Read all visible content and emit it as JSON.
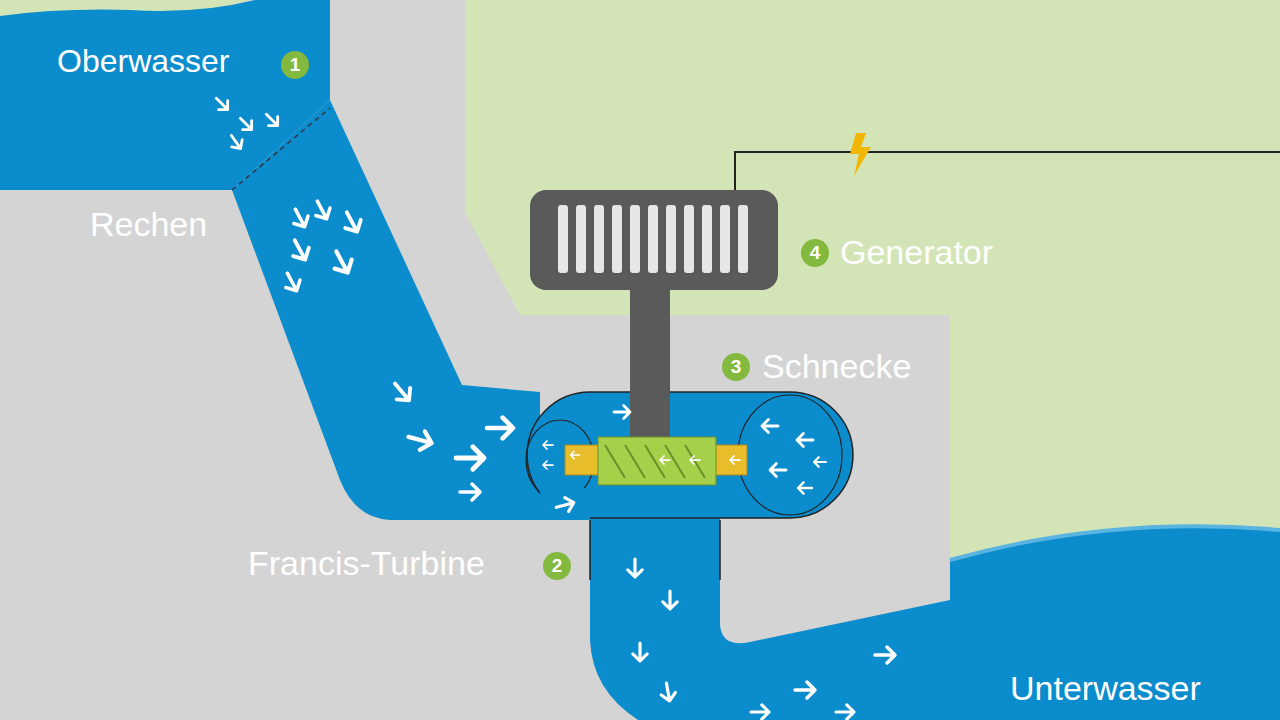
{
  "diagram": {
    "nodes": [
      {
        "text": [
          "1"
        ]
      },
      {
        "text": [
          "4"
        ]
      },
      {
        "text": [
          "3"
        ]
      },
      {
        "text": [
          "2"
        ]
      }
    ],
    "labels": [
      "Oberwasser",
      "Rechen",
      "Generator",
      "Schnecke",
      "Francis-Turbine",
      "Unterwasser"
    ]
  }
}
